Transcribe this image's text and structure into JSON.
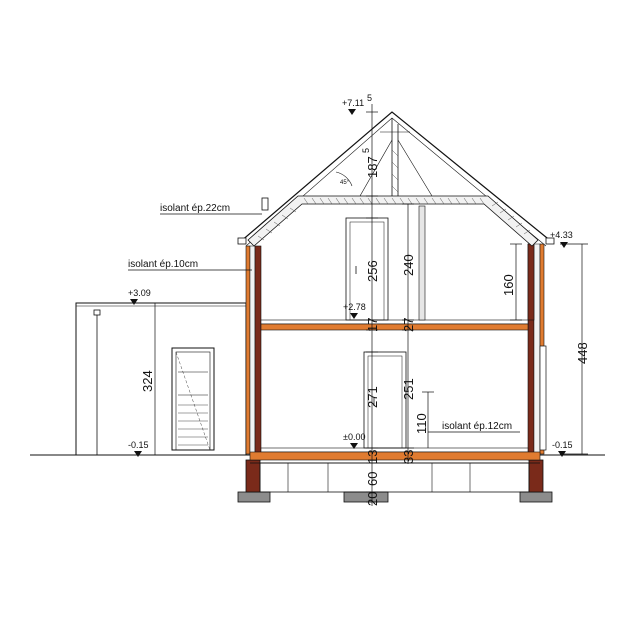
{
  "colors": {
    "timber": "#e07b30",
    "masonry": "#7a2a1a",
    "foundation": "#8c8c8c",
    "insulation": "#f2f2f2",
    "line": "#111111"
  },
  "insulation_labels": {
    "roof": "isolant ép.22cm",
    "wall": "isolant ép.10cm",
    "floor": "isolant ép.12cm"
  },
  "levels": {
    "ridge": "+7.11",
    "ridge_sup": "5",
    "eave": "+4.33",
    "annex_top": "+3.09",
    "first_floor": "+2.78",
    "ground_floor": "±0.00",
    "ground_left": "-0.15",
    "ground_right": "-0.15"
  },
  "dimensions": {
    "roof_height": "187",
    "roof_height_sup": "5",
    "door_upper": "256",
    "upper_height": "240",
    "knee_wall": "160",
    "floor_upper": "17",
    "floor_upper_right": "27",
    "total_height": "448",
    "annex_height": "324",
    "door_lower": "271",
    "lower_height": "251",
    "window_sill": "110",
    "floor_ground": "13",
    "floor_ground_right": "33",
    "crawl_60": "60",
    "footing_20": "20"
  },
  "roof_angle": "45°"
}
